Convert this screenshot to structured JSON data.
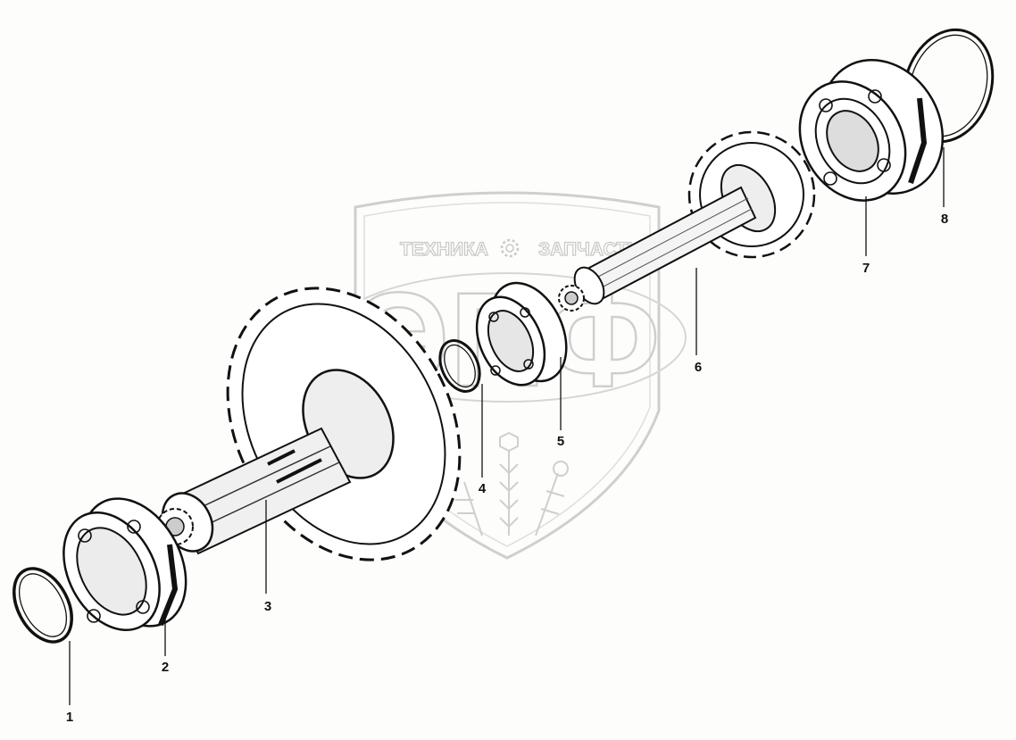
{
  "watermark": {
    "brand_left": "ТЕХНИКА",
    "brand_right": "ЗАПЧАСТИ",
    "monogram": "ЭПФ",
    "gear_icon": "gear-icon",
    "color": "#c9c9c9"
  },
  "callouts": [
    {
      "id": "1",
      "label": "1"
    },
    {
      "id": "2",
      "label": "2"
    },
    {
      "id": "3",
      "label": "3"
    },
    {
      "id": "4",
      "label": "4"
    },
    {
      "id": "5",
      "label": "5"
    },
    {
      "id": "6",
      "label": "6"
    },
    {
      "id": "7",
      "label": "7"
    },
    {
      "id": "8",
      "label": "8"
    }
  ],
  "colors": {
    "ink": "#111111",
    "paper": "#fdfdfb"
  }
}
